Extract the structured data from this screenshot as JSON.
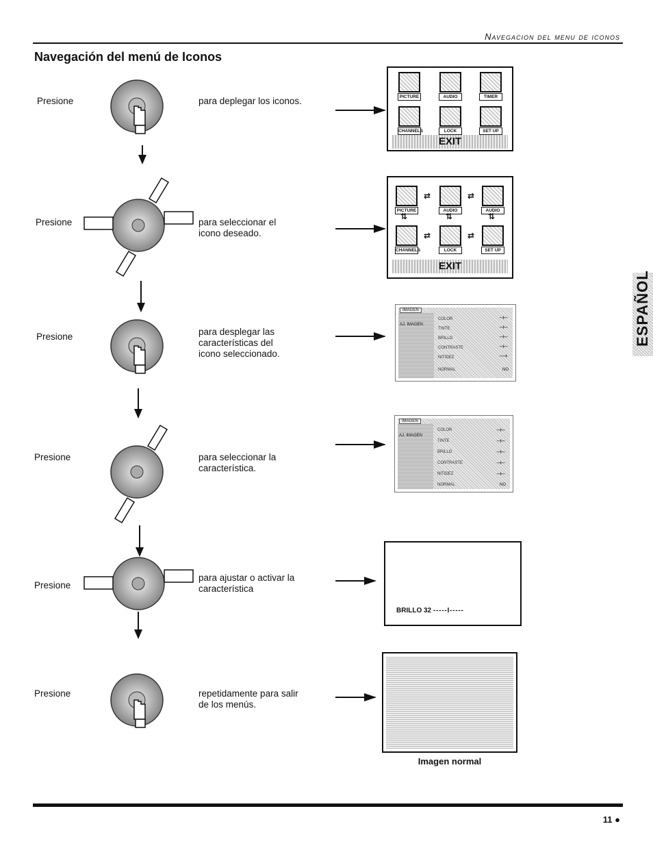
{
  "header": {
    "running_head": "Navegacion del menu de iconos"
  },
  "title": "Navegación del menú de Iconos",
  "steps": [
    {
      "label": "Presione",
      "desc": "para deplegar los iconos."
    },
    {
      "label": "Presione",
      "desc": "para seleccionar el icono deseado."
    },
    {
      "label": "Presione",
      "desc": "para desplegar las características del icono seleccionado."
    },
    {
      "label": "Presione",
      "desc": "para seleccionar la característica."
    },
    {
      "label": "Presione",
      "desc": "para ajustar o activar la característica"
    },
    {
      "label": "Presione",
      "desc": "repetidamente para salir de los menús."
    }
  ],
  "icons": {
    "picture": "PICTURE",
    "audio": "AUDIO",
    "timer": "TIMER",
    "channels": "CHANNELS",
    "lock": "LOCK",
    "setup": "SET UP",
    "exit": "EXIT"
  },
  "menu": {
    "tab": "IMAGEN",
    "left_item": "AJ. IMAGEN",
    "items": [
      "COLOR",
      "TINTE",
      "BRILLO",
      "CONTRASTE",
      "NITIDEZ",
      "NORMAL"
    ],
    "normal_value": "NO"
  },
  "adjust_screen": {
    "text": "BRILLO 32",
    "bar": "- - - - - I - - - - -"
  },
  "normal_caption": "Imagen normal",
  "side_tab": "ESPAÑOL",
  "footer": {
    "page_number": "11 ●"
  }
}
